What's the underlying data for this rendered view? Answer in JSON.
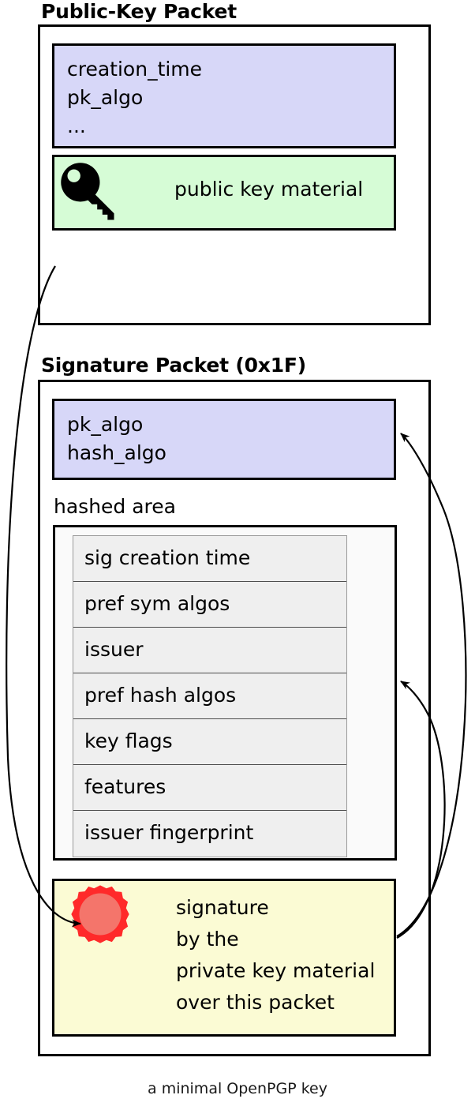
{
  "diagram": {
    "caption": "a minimal OpenPGP key",
    "colors": {
      "header_fill": "#d7d7f8",
      "key_material_fill": "#d6fcd6",
      "signature_fill": "#fbfbd4",
      "subpacket_fill": "#efefef",
      "hashed_area_fill": "#fafafa",
      "seal_outer": "#ff2a2a",
      "seal_inner": "#f4756b",
      "stroke": "#000000"
    }
  },
  "public_key_packet": {
    "title": "Public-Key Packet",
    "header_fields": "creation_time\npk_algo\n...",
    "key_material": {
      "icon": "key-icon",
      "label": "public key material"
    }
  },
  "signature_packet": {
    "title": "Signature Packet (0x1F)",
    "header_fields": "pk_algo\nhash_algo",
    "hashed_area": {
      "label": "hashed area",
      "subpackets": [
        "sig creation time",
        "pref sym algos",
        "issuer",
        "pref hash algos",
        "key flags",
        "features",
        "issuer fingerprint"
      ]
    },
    "signature_blob": {
      "icon": "wax-seal-icon",
      "text": "signature\nby the\nprivate key material\nover this packet"
    }
  },
  "arrows": [
    {
      "name": "public-key-to-signature-arrow",
      "from": "public-key-packet",
      "to": "signature-blob"
    },
    {
      "name": "signature-to-sig-header-arrow",
      "from": "signature-blob",
      "to": "signature-header-fields"
    },
    {
      "name": "signature-to-hashed-area-arrow",
      "from": "signature-blob",
      "to": "hashed-area"
    }
  ]
}
